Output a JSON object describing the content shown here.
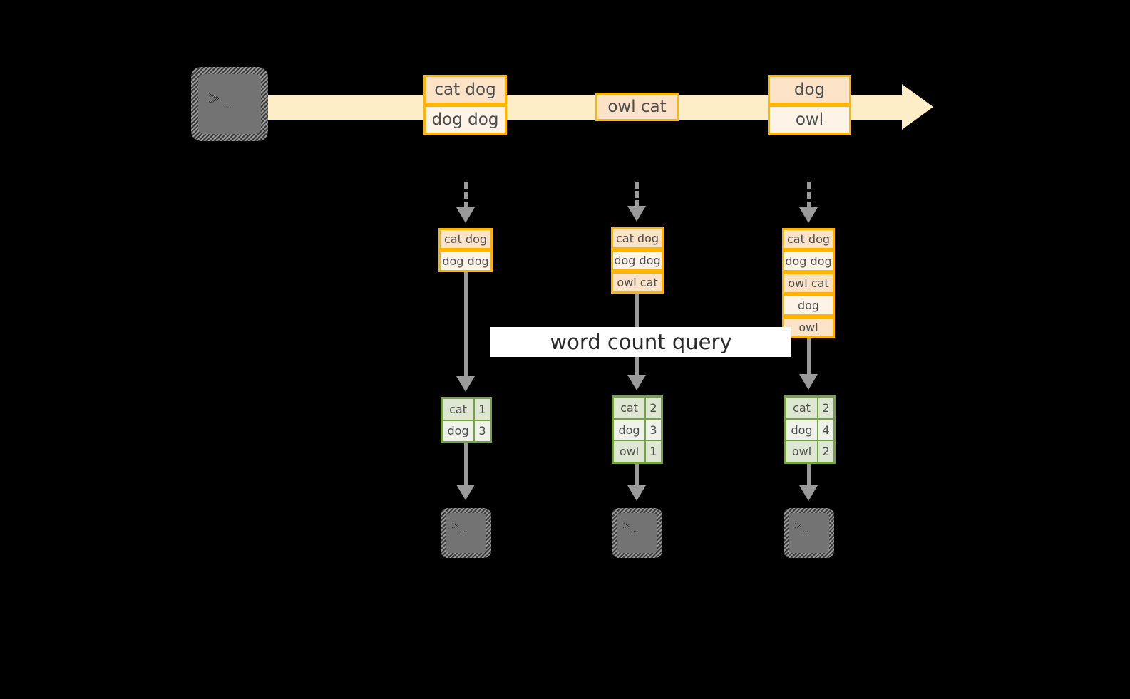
{
  "diagram": {
    "title_label": "word count query",
    "colors": {
      "background": "#000000",
      "stream_band": "#fdeec8",
      "record_border": "#ffb400",
      "record_fill_dark": "#fce3c8",
      "record_fill_light": "#fdf3e7",
      "table_border": "#76a342",
      "table_fill_dark": "#dde7d2",
      "table_fill_light": "#eef2ea",
      "arrow": "#9a9a9a",
      "icon_fill": "#737373",
      "label_band": "#ffffff",
      "text": "#4d4d4d"
    },
    "source": {
      "icon_name": "terminal-icon",
      "glyph": ">_"
    },
    "stream": {
      "name": "event-stream-arrow",
      "batches": [
        {
          "name": "stream-batch-1",
          "records": [
            {
              "text": "cat dog",
              "shade": "dark"
            },
            {
              "text": "dog dog",
              "shade": "light"
            }
          ]
        },
        {
          "name": "stream-batch-2",
          "records": [
            {
              "text": "owl cat",
              "shade": "dark"
            }
          ]
        },
        {
          "name": "stream-batch-3",
          "records": [
            {
              "text": "dog",
              "shade": "dark"
            },
            {
              "text": "owl",
              "shade": "light"
            }
          ]
        }
      ]
    },
    "snapshots": [
      {
        "name": "snapshot-1",
        "records": [
          {
            "text": "cat dog",
            "shade": "dark"
          },
          {
            "text": "dog dog",
            "shade": "light"
          }
        ],
        "result": {
          "name": "word-count-result-1",
          "rows": [
            {
              "word": "cat",
              "count": "1",
              "shade": "dark"
            },
            {
              "word": "dog",
              "count": "3",
              "shade": "light"
            }
          ]
        },
        "sink": {
          "icon_name": "terminal-icon",
          "glyph": ">_"
        }
      },
      {
        "name": "snapshot-2",
        "records": [
          {
            "text": "cat dog",
            "shade": "dark"
          },
          {
            "text": "dog dog",
            "shade": "light"
          },
          {
            "text": "owl cat",
            "shade": "dark"
          }
        ],
        "result": {
          "name": "word-count-result-2",
          "rows": [
            {
              "word": "cat",
              "count": "2",
              "shade": "dark"
            },
            {
              "word": "dog",
              "count": "3",
              "shade": "light"
            },
            {
              "word": "owl",
              "count": "1",
              "shade": "dark"
            }
          ]
        },
        "sink": {
          "icon_name": "terminal-icon",
          "glyph": ">_"
        }
      },
      {
        "name": "snapshot-3",
        "records": [
          {
            "text": "cat dog",
            "shade": "dark"
          },
          {
            "text": "dog dog",
            "shade": "light"
          },
          {
            "text": "owl cat",
            "shade": "dark"
          },
          {
            "text": "dog",
            "shade": "light"
          },
          {
            "text": "owl",
            "shade": "dark"
          }
        ],
        "result": {
          "name": "word-count-result-3",
          "rows": [
            {
              "word": "cat",
              "count": "2",
              "shade": "dark"
            },
            {
              "word": "dog",
              "count": "4",
              "shade": "light"
            },
            {
              "word": "owl",
              "count": "2",
              "shade": "dark"
            }
          ]
        },
        "sink": {
          "icon_name": "terminal-icon",
          "glyph": ">_"
        }
      }
    ]
  }
}
